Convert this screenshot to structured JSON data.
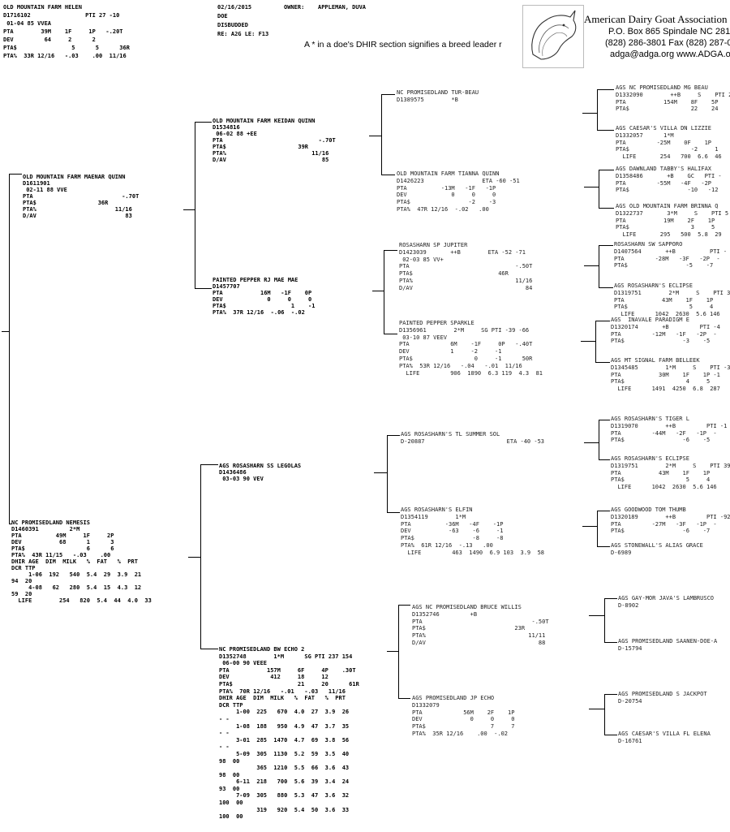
{
  "header": {
    "doe_block": "OLD MOUNTAIN FARM HELEN\nD1716102                PTI 27 -10\n 01-04 85 VVEA\nPTA        39M    1F     1P   -.20T\nDEV         64     2      2\nPTA$                5      5      36R\nPTA%  33R 12/16   -.03    .00  11/16",
    "date": "02/16/2015",
    "owner_label": "OWNER:",
    "owner": "APPLEMAN, DUVA",
    "meta": "DOE\nDISBUDDED\nRE: A2G LE: F13",
    "note": "A * in a doe's  DHIR section  signifies a breed leader r"
  },
  "association": {
    "name": "American Dairy Goat Association",
    "address": "P.O. Box 865    Spindale NC 281",
    "phone": "(828) 286-3801    Fax (828) 287-0",
    "web": "adga@adga.org    www.ADGA.o",
    "logo_icon": "goat-head-logo-icon"
  },
  "pedigree": {
    "sire": "OLD MOUNTAIN FARM MAENAR QUINN\nD1611901\n 02-11 88 VVE\nPTA                          -.70T\nPTA$                  36R\nPTA%                       11/16\nD/AV                          83",
    "dam": "NC PROMISEDLAND NEMESIS\nD1460391         2*M\nPTA          49M     1F     2P\nDEV           68      1      3\nPTA$                  6      6\nPTA%  43R 11/15   -.03    .00\nDHIR AGE  DIM  MILK   %  FAT   %  PRT\nDCR TTP\n     1-06  192   540  5.4  29  3.9  21\n94  20\n     4-08   62   280  5.4  15  4.3  12\n59  20\n  LIFE        254   820  5.4  44  4.0  33",
    "ss": "OLD MOUNTAIN FARM KEIDAN QUINN\nD1534816\n 06-02 88 +EE\nPTA                            -.70T\nPTA$                     39R\nPTA%                         11/16\nD/AV                            85",
    "sd": "PAINTED PEPPER RJ MAE MAE\nD1457707\nPTA           16M   -1F    0P\nDEV             0     0     0\nPTA$                   1    -1\nPTA%  37R 12/16  -.06  -.02",
    "ds": "AGS ROSASHARN SS LEGOLAS\nD1436486\n 03-03 90 VEV",
    "dd": "NC PROMISEDLAND BW ECHO 2\nD1352748        1*M      SG PTI 237 154\n 06-00 90 VEEE\nPTA           157M     6F     4P    .30T\nDEV            412     18     12\nPTA$                   21     20      61R\nPTA%  70R 12/16   -.01   -.03   11/16\nDHIR AGE  DIM  MILK   %  FAT   %  PRT\nDCR TTP\n     1-00  225   670  4.0  27  3.9  26\n- -\n     1-08  188   950  4.9  47  3.7  35\n- -\n     3-01  285  1470  4.7  69  3.8  56\n- -\n     5-09  305  1130  5.2  59  3.5  40\n98  00\n           365  1210  5.5  66  3.6  43\n98  00\n     6-11  218   700  5.6  39  3.4  24\n93  00\n     7-09  305   880  5.3  47  3.6  32\n100  00\n           319   920  5.4  50  3.6  33\n100  00",
    "g3": [
      "NC PROMISEDLAND TUR-BEAU\nD1389575        *B",
      "OLD MOUNTAIN FARM TIANNA QUINN\nD1426223                 ETA -60 -51\nPTA          -13M   -1F   -1P\nDEV             0     0     0\nPTA$                 -2    -3\nPTA%  47R 12/16  -.02   .00",
      "ROSASHARN SP JUPITER\nD1423039       ++B        ETA -52 -71\n 02-03 85 VV+\nPTA                               -.50T\nPTA$                         46R\nPTA%                              11/16\nD/AV                                 84",
      "PAINTED PEPPER SPARKLE\nD1356961        2*M     SG PTI -39 -66\n 03-10 87 VEEV\nPTA            6M    -1F     0P   -.40T\nDEV            1     -2     -1\nPTA$                  0     -1      50R\nPTA%  53R 12/16   -.04   -.01  11/16\n  LIFE         906  1890  6.3 119  4.3  81",
      "AGS ROSASHARN'S TL SUMMER SOL\nD-20887                        ETA -40 -53",
      "AGS ROSASHARN'S ELFIN\nD1354119        1*M\nPTA          -36M   -4F    -1P\nDEV           -63    -6     -1\nPTA$                 -8     -8\nPTA%  61R 12/16  -.13   .00\n  LIFE         463  1490  6.9 103  3.9  58",
      "AGS NC PROMISEDLAND BRUCE WILLIS\nD1352746         +B\nPTA                                -.50T\nPTA$                          23R\nPTA%                              11/11\nD/AV                                 88",
      "AGS PROMISEDLAND JP ECHO\nD1332079\nPTA            56M    2F    1P\nDEV              0     0     0\nPTA$                   7     7\nPTA%  35R 12/16    .00  -.02"
    ],
    "g4": [
      "AGS NC PROMISEDLAND MG BEAU\nD1332090        ++B     S    PTI 2\nPTA           154M    8F    5P\nPTA$                  22    24",
      "AGS CAESAR'S VILLA DN LIZZIE\nD1332057      1*M\nPTA         -25M    0F    1P\nPTA$                  -2     1\n  LIFE       254   700  6.6  46",
      "AGS DAWNLAND TABBY'S HALIFAX\nD1358486       +B    GC   PTI -\nPTA         -55M   -4F   -2P\nPTA$                 -10   -12",
      "AGS OLD MOUNTAIN FARM BRINNA Q\nD1322737       3*M     S    PTI 5\nPTA           19M    2F    1P\nPTA$                  3     5\n  LIFE       295   500  5.8  29",
      "ROSASHARN SW SAPPORO\nD1407564       ++B          PTI -\nPTA         -28M   -3F   -2P  -\nPTA$                 -5    -7",
      "AGS ROSASHARN'S ECLIPSE\nD1319751        2*M     S    PTI 39\nPTA           43M    1F    1P\nPTA$                  5     4\n  LIFE      1042  2630  5.6 146",
      "AGS  INAVALE PARADIGM E\nD1320174       +B         PTI -4\nPTA         -12M   -1F   -2P  -\nPTA$                 -3    -5",
      "AGS MT SIGNAL FARM BELLEEK\nD1345485        1*M     S    PTI -3\nPTA           30M    1F    1P -1\nPTA$                  4     5\n  LIFE      1491  4250  6.8  287",
      "AGS ROSASHARN'S TIGER L\nD1319070        ++B         PTI -1\nPTA         -44M   -2F   -1P  -\nPTA$                 -6    -5",
      "AGS ROSASHARN'S ECLIPSE\nD1319751        2*M     S    PTI 39\nPTA           43M    1F    1P\nPTA$                  5     4\n  LIFE      1042  2630  5.6 146",
      "AGS GOODWOOD TOM THUMB\nD1320189        ++B         PTI -92\nPTA         -27M   -3F   -1P  -\nPTA$                 -6    -7",
      "AGS STONEWALL'S ALIAS GRACE\nD-6989",
      "AGS GAY-MOR JAVA'S LAMBRUSCO\nD-8902",
      "AGS PROMISEDLAND SAANEN-DOE-A\nD-15794",
      "AGS PROMISEDLAND S JACKPOT\nD-20754",
      "AGS CAESAR'S VILLA FL ELENA\nD-16761"
    ]
  }
}
